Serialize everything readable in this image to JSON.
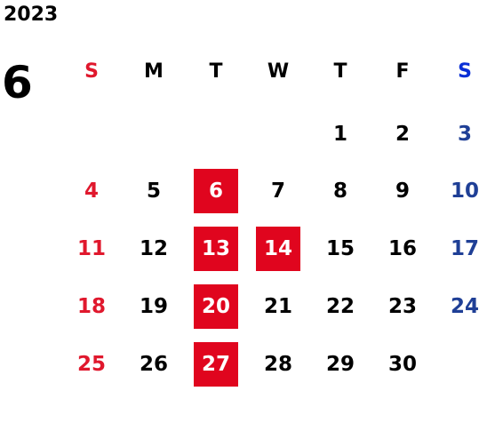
{
  "colors": {
    "sunday": "#e0182d",
    "saturday_header": "#0a2fd6",
    "saturday": "#1f3f96",
    "highlight_bg": "#e0051e",
    "highlight_text": "#ffffff",
    "text": "#000000"
  },
  "calendar": {
    "year": "2023",
    "month": "6",
    "weekdays": [
      "S",
      "M",
      "T",
      "W",
      "T",
      "F",
      "S"
    ],
    "highlighted_days": [
      "6",
      "13",
      "14",
      "20",
      "27"
    ],
    "weeks": [
      [
        "",
        "",
        "",
        "",
        "1",
        "2",
        "3"
      ],
      [
        "4",
        "5",
        "6",
        "7",
        "8",
        "9",
        "10"
      ],
      [
        "11",
        "12",
        "13",
        "14",
        "15",
        "16",
        "17"
      ],
      [
        "18",
        "19",
        "20",
        "21",
        "22",
        "23",
        "24"
      ],
      [
        "25",
        "26",
        "27",
        "28",
        "29",
        "30",
        ""
      ]
    ]
  }
}
